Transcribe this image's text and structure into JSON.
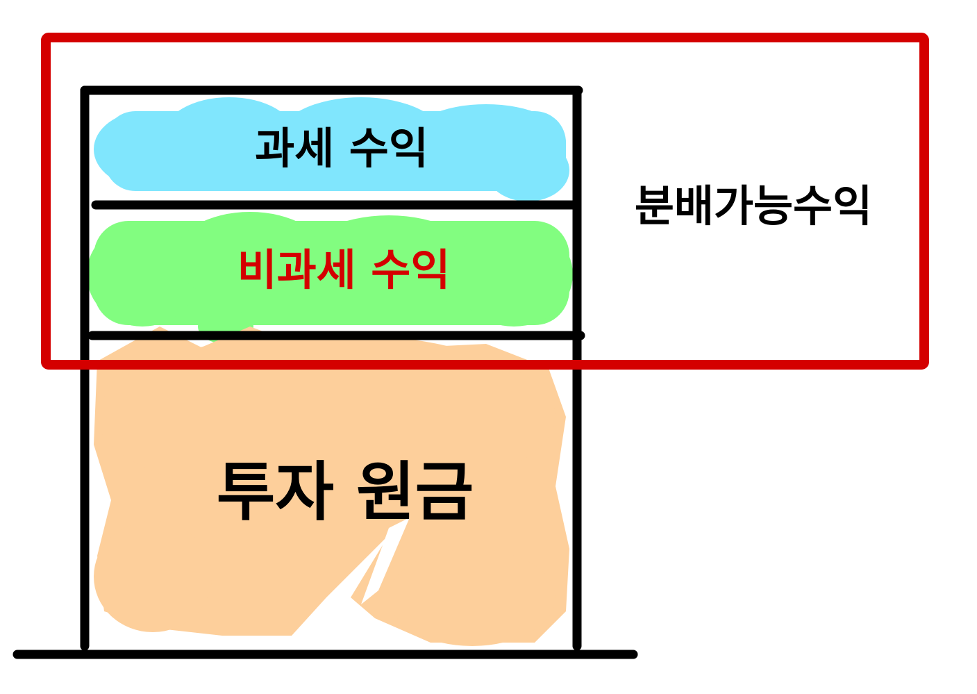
{
  "labels": {
    "taxable_income": "과세 수익",
    "non_taxable_income": "비과세 수익",
    "principal": "투자 원금",
    "distributable_income": "분배가능수익"
  },
  "colors": {
    "taxable_fill": "#80e6fd",
    "non_taxable_fill": "#82fd80",
    "principal_fill": "#fdcf9b",
    "highlight_border": "#d40000",
    "frame": "#000000",
    "text": "#000000",
    "non_taxable_text": "#d40000"
  }
}
